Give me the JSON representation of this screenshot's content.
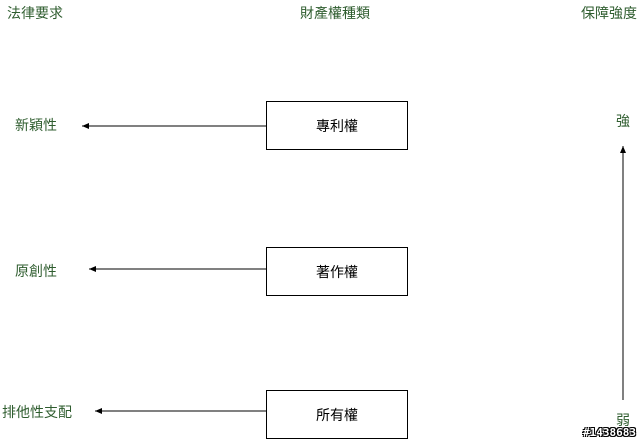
{
  "headers": {
    "legal_requirement": "法律要求",
    "property_type": "財產權種類",
    "protection_strength": "保障強度"
  },
  "rows": [
    {
      "requirement": "新穎性",
      "right": "專利權"
    },
    {
      "requirement": "原創性",
      "right": "著作權"
    },
    {
      "requirement": "排他性支配",
      "right": "所有權"
    }
  ],
  "strength": {
    "high": "強",
    "low": "弱"
  },
  "watermark": "#1438683",
  "colors": {
    "label": "#2f5d2f",
    "line": "#000000"
  }
}
